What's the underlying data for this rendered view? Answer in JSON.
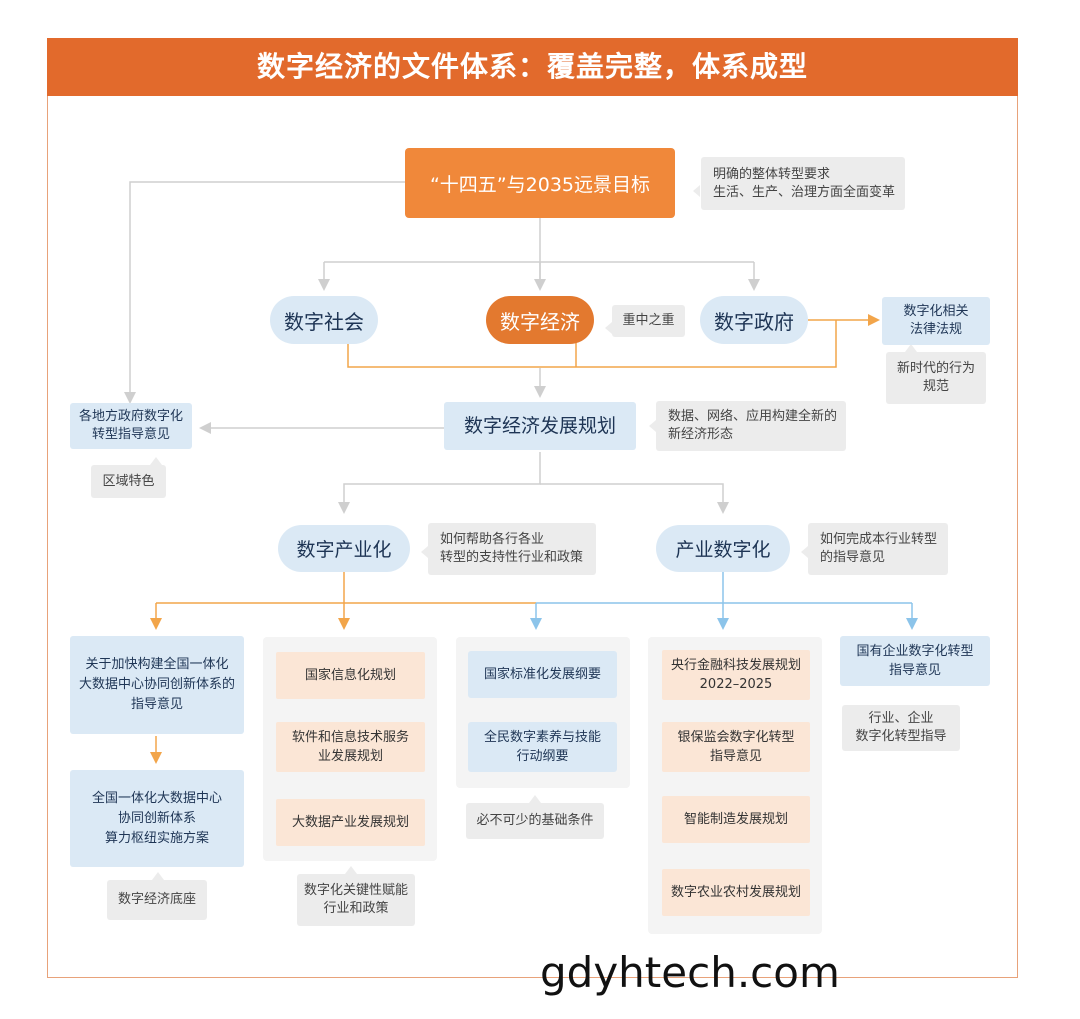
{
  "title": "数字经济的文件体系：覆盖完整，体系成型",
  "top_goal": "“十四五”与2035远景目标",
  "top_note": "明确的整体转型要求\n生活、生产、治理方面全面变革",
  "level2": {
    "society": "数字社会",
    "economy": "数字经济",
    "economy_note": "重中之重",
    "government": "数字政府"
  },
  "law": {
    "box": "数字化相关\n法律法规",
    "note": "新时代的行为\n规范"
  },
  "plan": {
    "box": "数字经济发展规划",
    "note": "数据、网络、应用构建全新的\n新经济形态"
  },
  "local": {
    "box": "各地方政府数字化\n转型指导意见",
    "note": "区域特色"
  },
  "industrialization": {
    "pill": "数字产业化",
    "note": "如何帮助各行各业\n转型的支持性行业和政策"
  },
  "digitalization": {
    "pill": "产业数字化",
    "note": "如何完成本行业转型\n的指导意见"
  },
  "col1": {
    "box1": "关于加快构建全国一体化\n大数据中心协同创新体系的\n指导意见",
    "box2": "全国一体化大数据中心\n协同创新体系\n算力枢纽实施方案",
    "note": "数字经济底座"
  },
  "col2": {
    "items": [
      "国家信息化规划",
      "软件和信息技术服务\n业发展规划",
      "大数据产业发展规划"
    ],
    "note": "数字化关键性赋能\n行业和政策"
  },
  "col3": {
    "items": [
      "国家标准化发展纲要",
      "全民数字素养与技能\n行动纲要"
    ],
    "note": "必不可少的基础条件"
  },
  "col4": {
    "items": [
      "央行金融科技发展规划\n2022–2025",
      "银保监会数字化转型\n指导意见",
      "智能制造发展规划",
      "数字农业农村发展规划"
    ]
  },
  "col5": {
    "box": "国有企业数字化转型\n指导意见",
    "note": "行业、企业\n数字化转型指导"
  },
  "watermark": "gdyhtech.com",
  "colors": {
    "header": "#e26a2c",
    "orange_arrow": "#f2a54a",
    "blue_arrow": "#8cc4ea",
    "gray_arrow": "#cfcfcf"
  }
}
